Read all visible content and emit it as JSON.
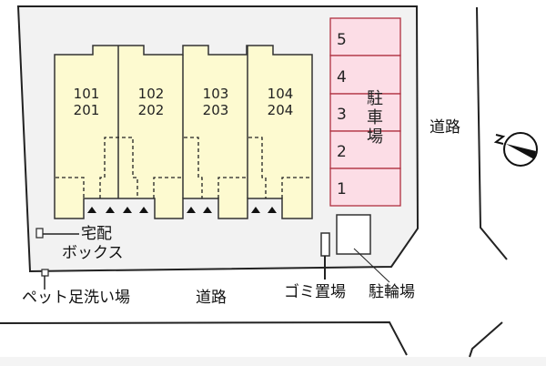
{
  "units": [
    {
      "lower": "101",
      "upper": "201"
    },
    {
      "lower": "102",
      "upper": "202"
    },
    {
      "lower": "103",
      "upper": "203"
    },
    {
      "lower": "104",
      "upper": "204"
    }
  ],
  "parking": {
    "label": "駐車場",
    "spaces": [
      "5",
      "4",
      "3",
      "2",
      "1"
    ]
  },
  "labels": {
    "road_east": "道路",
    "road_south": "道路",
    "delivery_box_line1": "宅配",
    "delivery_box_line2": "ボックス",
    "pet_foot_wash": "ペット足洗い場",
    "garbage": "ゴミ置場",
    "bicycle": "駐輪場",
    "north": "N"
  },
  "colors": {
    "building": "#fdfad0",
    "parking": "#fcdde6",
    "parking_border": "#b03040",
    "site": "#f2f2f2"
  }
}
